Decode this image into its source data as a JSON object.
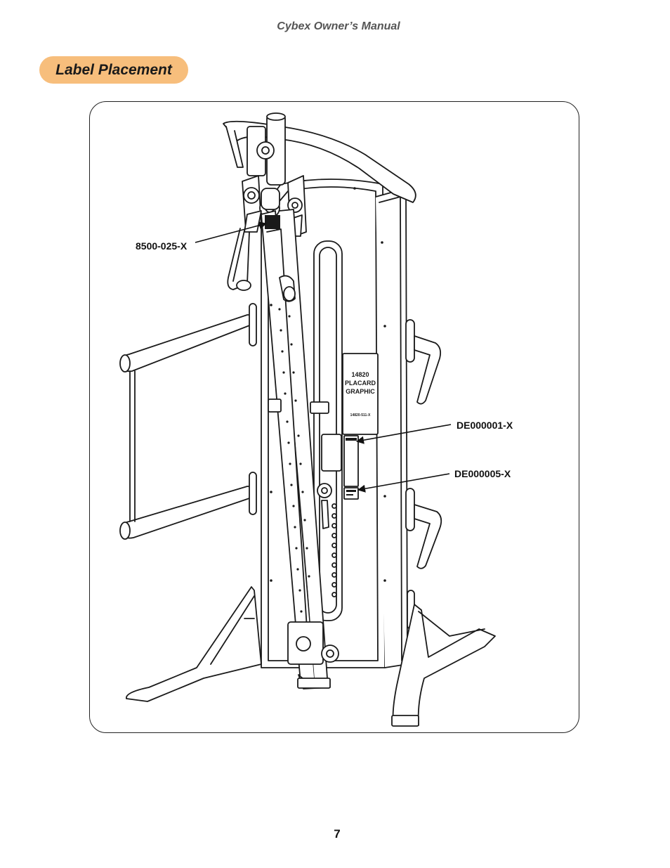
{
  "header": {
    "running_title": "Cybex Owner’s Manual"
  },
  "section": {
    "title": "Label Placement",
    "pill_color": "#F7BE7C"
  },
  "figure": {
    "subject": "cable-crossover-machine",
    "placard_lines": [
      "14820",
      "PLACARD",
      "GRAPHIC"
    ],
    "placard_part": "14820-511-X",
    "callouts": [
      {
        "label": "8500-025-X"
      },
      {
        "label": "DE000001-X"
      },
      {
        "label": "DE000005-X"
      }
    ]
  },
  "footer": {
    "page_number": "7"
  }
}
